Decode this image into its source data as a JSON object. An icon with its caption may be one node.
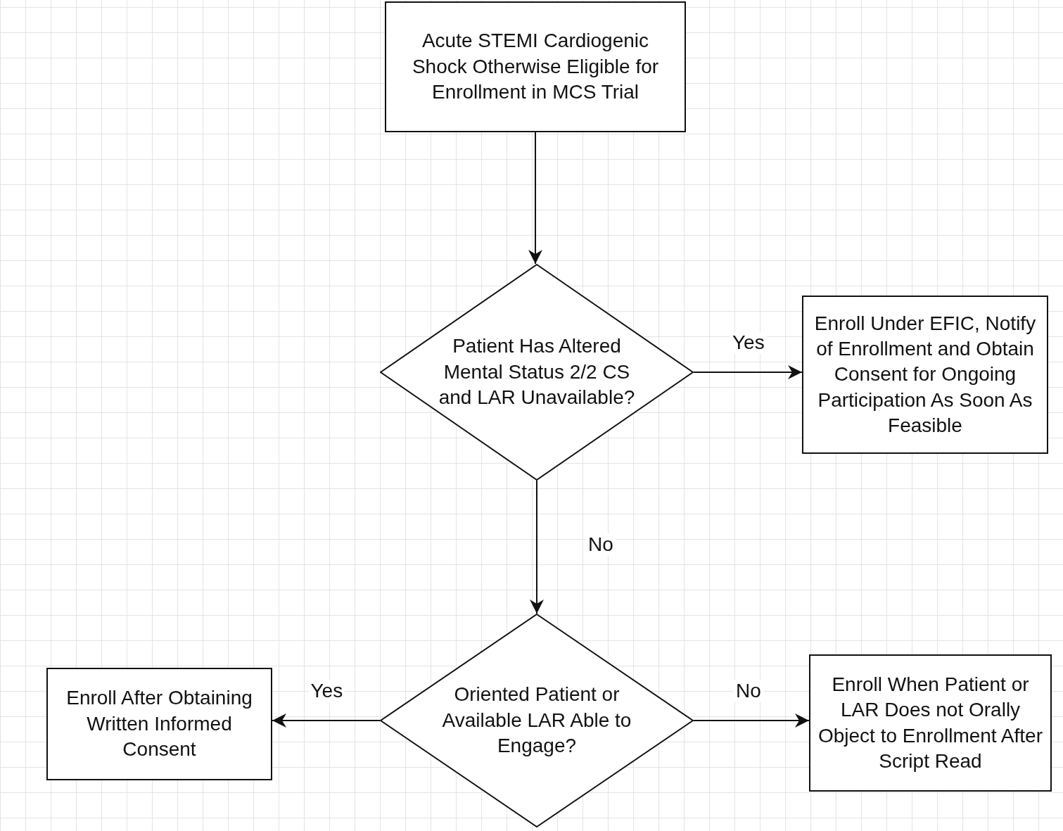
{
  "diagram": {
    "nodes": [
      {
        "text": [
          "Acute STEMI Cardiogenic Shock Otherwise Eligible for Enrollment in MCS Trial"
        ]
      },
      {
        "text": [
          "Patient Has Altered Mental Status 2/2 CS and LAR Unavailable?"
        ]
      },
      {
        "text": [
          "Enroll Under EFIC, Notify of Enrollment and Obtain Consent for Ongoing Participation As Soon As Feasible"
        ]
      },
      {
        "text": [
          "Oriented Patient or Available LAR Able to Engage?"
        ]
      },
      {
        "text": [
          "Enroll After Obtaining Written Informed Consent"
        ]
      },
      {
        "text": [
          "Enroll When Patient or LAR Does not Orally Object to Enrollment After Script Read"
        ]
      }
    ],
    "edges": [
      {
        "from": 0,
        "to": 1,
        "arrow": "to"
      },
      {
        "from": 1,
        "to": 2,
        "arrow": "to",
        "label": "Yes"
      },
      {
        "from": 1,
        "to": 3,
        "arrow": "to",
        "label": "No"
      },
      {
        "from": 3,
        "to": 4,
        "arrow": "to",
        "label": "Yes"
      },
      {
        "from": 3,
        "to": 5,
        "arrow": "to",
        "label": "No"
      }
    ]
  }
}
